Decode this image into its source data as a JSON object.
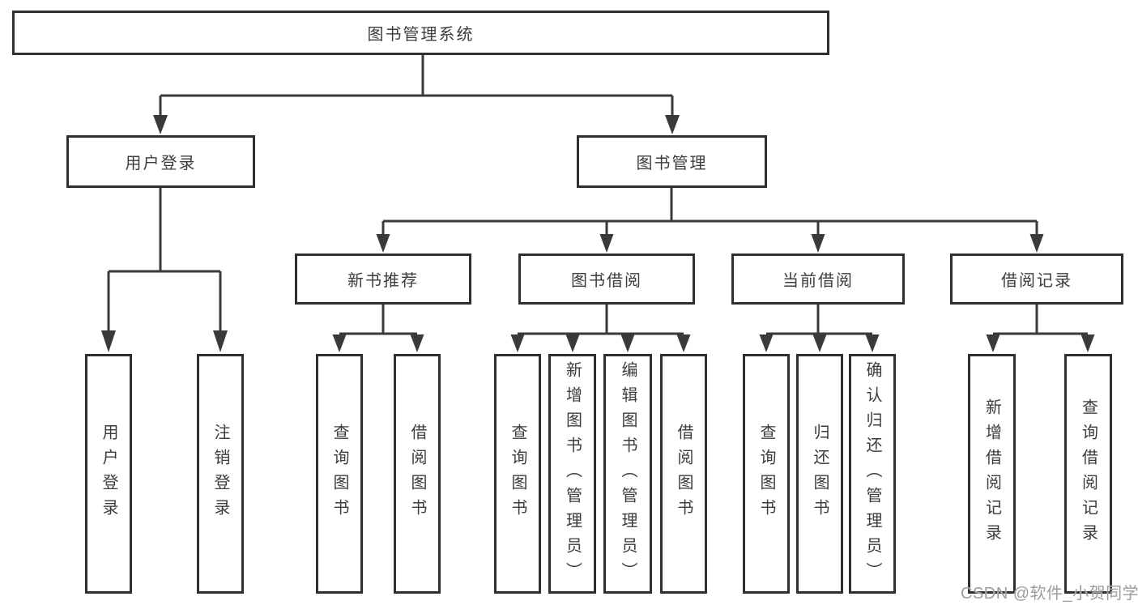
{
  "colors": {
    "background": "#ffffff",
    "line": "#3a3a3a",
    "box_border": "#2f2f2f",
    "text": "#3c3c3c",
    "watermark": "#9c9c9c"
  },
  "tree": {
    "root": {
      "label": "图书管理系统"
    },
    "branches": [
      {
        "label": "用户登录",
        "children": [
          {
            "label": "用户登录"
          },
          {
            "label": "注销登录"
          }
        ]
      },
      {
        "label": "图书管理",
        "children": [
          {
            "label": "新书推荐",
            "children": [
              {
                "label": "查询图书"
              },
              {
                "label": "借阅图书"
              }
            ]
          },
          {
            "label": "图书借阅",
            "children": [
              {
                "label": "查询图书"
              },
              {
                "label": "新增图书（管理员）"
              },
              {
                "label": "编辑图书（管理员）"
              },
              {
                "label": "借阅图书"
              }
            ]
          },
          {
            "label": "当前借阅",
            "children": [
              {
                "label": "查询图书"
              },
              {
                "label": "归还图书"
              },
              {
                "label": "确认归还（管理员）"
              }
            ]
          },
          {
            "label": "借阅记录",
            "children": [
              {
                "label": "新增借阅记录"
              },
              {
                "label": "查询借阅记录"
              }
            ]
          }
        ]
      }
    ]
  },
  "watermark": {
    "text": "CSDN @软件_小贺同学"
  }
}
